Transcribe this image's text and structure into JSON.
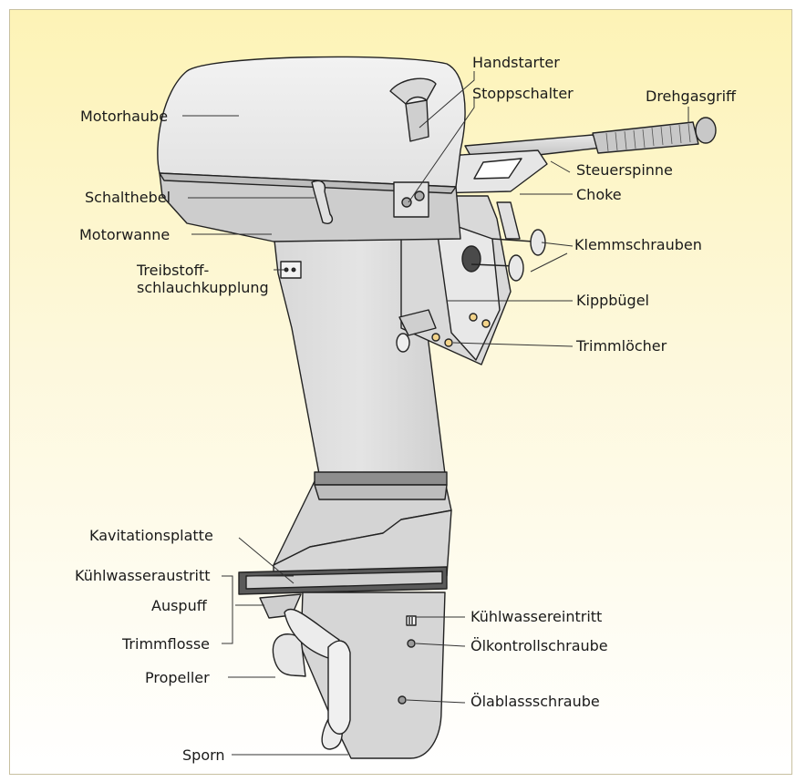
{
  "labels": {
    "handstarter": "Handstarter",
    "stoppschalter": "Stoppschalter",
    "drehgasgriff": "Drehgasgriff",
    "motorhaube": "Motorhaube",
    "steuerspinne": "Steuerspinne",
    "schalthebel": "Schalthebel",
    "choke": "Choke",
    "motorwanne": "Motorwanne",
    "klemmschrauben": "Klemmschrauben",
    "treibstoff_line1": "Treibstoff-",
    "treibstoff_line2": "schlauchkupplung",
    "kippbuegel": "Kippbügel",
    "trimmloecher": "Trimmlöcher",
    "kavitationsplatte": "Kavitationsplatte",
    "kuehlwasseraustritt": "Kühlwasseraustritt",
    "auspuff": "Auspuff",
    "kuehlwassereintritt": "Kühlwassereintritt",
    "trimmflosse": "Trimmflosse",
    "oelkontrollschraube": "Ölkontrollschraube",
    "propeller": "Propeller",
    "oelablassschraube": "Ölablassschraube",
    "sporn": "Sporn"
  }
}
